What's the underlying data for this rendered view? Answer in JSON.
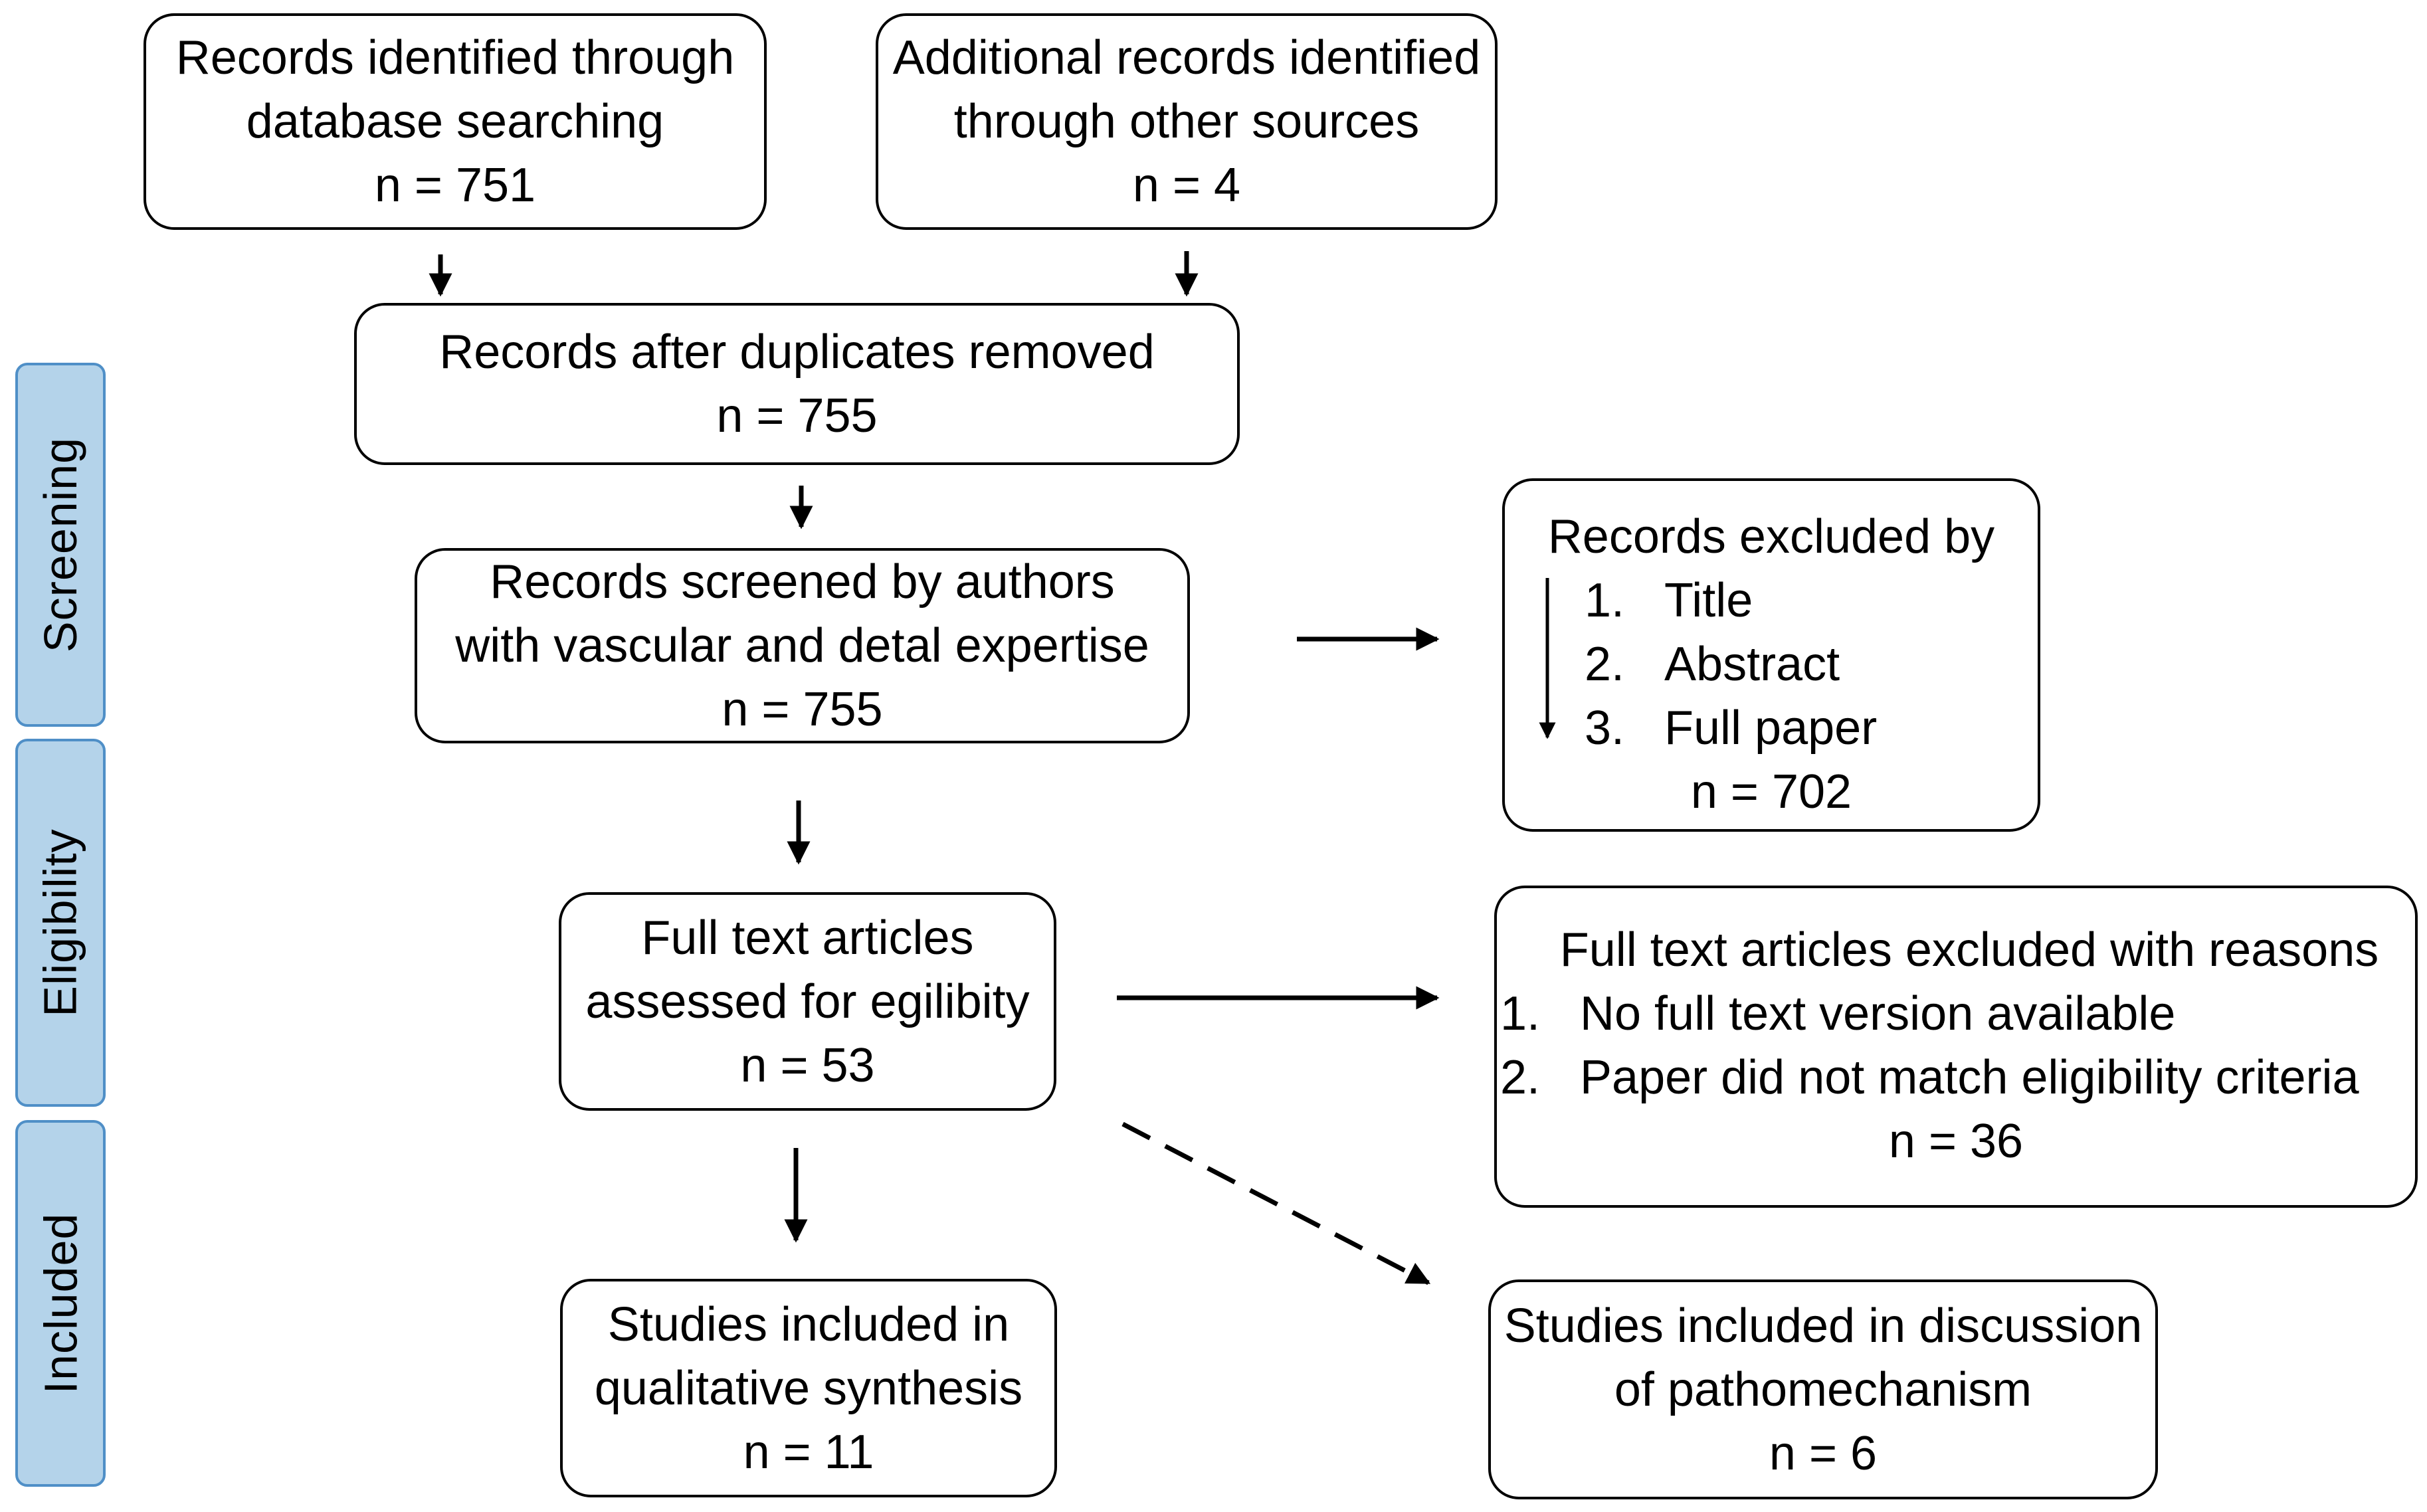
{
  "phases": {
    "screening": "Screening",
    "eligibility": "Eligibility",
    "included": "Included"
  },
  "identification": {
    "database": {
      "line1": "Records identified through",
      "line2": "database searching",
      "count": "n = 751"
    },
    "other": {
      "line1": "Additional records identified",
      "line2": "through other sources",
      "count": "n = 4"
    }
  },
  "duplicates_removed": {
    "line1": "Records after duplicates removed",
    "count": "n = 755"
  },
  "screened": {
    "line1": "Records screened by authors",
    "line2": "with vascular and detal expertise",
    "count": "n = 755"
  },
  "excluded_screening": {
    "title": "Records excluded by",
    "items": [
      {
        "num": "1.",
        "label": "Title"
      },
      {
        "num": "2.",
        "label": "Abstract"
      },
      {
        "num": "3.",
        "label": "Full paper"
      }
    ],
    "count": "n = 702"
  },
  "eligibility": {
    "line1": "Full text articles",
    "line2": "assessed for egilibity",
    "count": "n = 53"
  },
  "excluded_eligibility": {
    "title": "Full text articles excluded with reasons",
    "items": [
      {
        "num": "1.",
        "label": "No full text version available"
      },
      {
        "num": "2.",
        "label": "Paper did not match eligibility criteria"
      }
    ],
    "count": "n = 36"
  },
  "included_qualitative": {
    "line1": "Studies included in",
    "line2": "qualitative synthesis",
    "count": "n = 11"
  },
  "included_discussion": {
    "line1": "Studies included in discussion",
    "line2": "of pathomechanism",
    "count": "n = 6"
  }
}
